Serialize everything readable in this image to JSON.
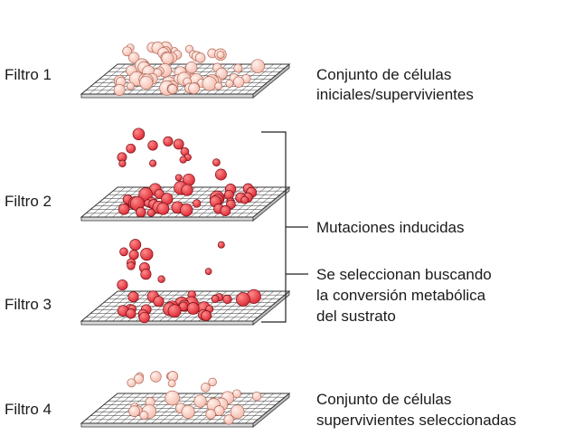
{
  "filters": [
    {
      "id": "f1",
      "label": "Filtro 1",
      "cells": "pale",
      "count": 68
    },
    {
      "id": "f2",
      "label": "Filtro 2",
      "cells": "red",
      "count": 50
    },
    {
      "id": "f3",
      "label": "Filtro 3",
      "cells": "red",
      "count": 40
    },
    {
      "id": "f4",
      "label": "Filtro 4",
      "cells": "pale",
      "count": 30
    }
  ],
  "annotations": {
    "initial_line1": "Conjunto de células",
    "initial_line2": "iniciales/supervivientes",
    "mutations": "Mutaciones inducidas",
    "selection_line1": "Se seleccionan buscando",
    "selection_line2": "la conversión metabólica",
    "selection_line3": "del sustrato",
    "final_line1": "Conjunto de células",
    "final_line2": "supervivientes seleccionadas"
  },
  "colors": {
    "pale_cell": "#f3b9aa",
    "pale_cell_highlight": "#fff1ec",
    "pale_cell_edge": "#b36a5a",
    "red_cell": "#d8232f",
    "red_cell_highlight": "#ff8a8a",
    "red_cell_edge": "#7a0f16",
    "grid_fill": "#ffffff",
    "grid_line": "#333333"
  }
}
